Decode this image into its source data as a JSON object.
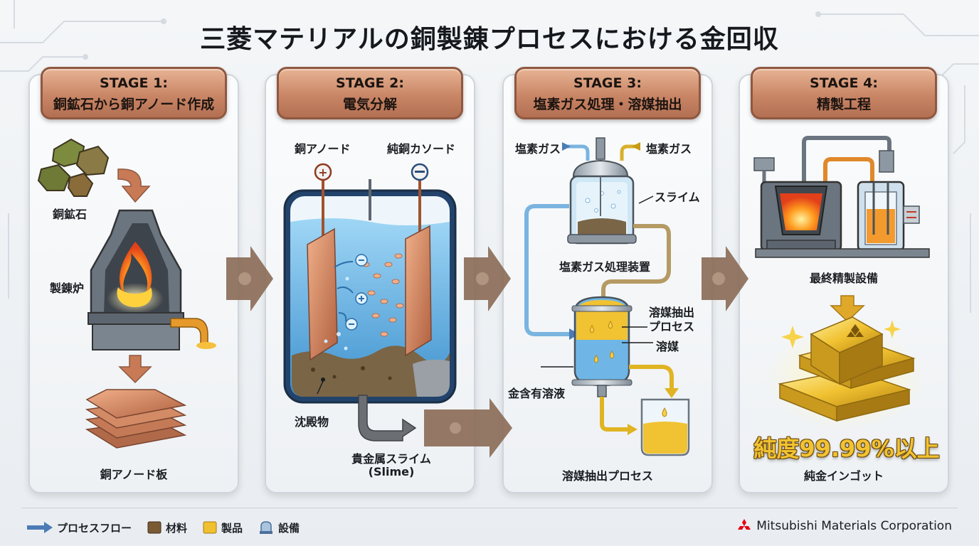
{
  "title": "三菱マテリアルの銅製錬プロセスにおける金回収",
  "stages": [
    {
      "num": "STAGE 1:",
      "name": "銅鉱石から銅アノード作成",
      "labels": {
        "ore": "銅鉱石",
        "furnace": "製錬炉",
        "anode_plate": "銅アノード板"
      }
    },
    {
      "num": "STAGE 2:",
      "name": "電気分解",
      "labels": {
        "anode": "銅アノード",
        "cathode": "純銅カソード",
        "sediment": "沈殿物",
        "slime_1": "貴金属スライム",
        "slime_2": "(Slime)"
      },
      "symbols": {
        "plus": "+",
        "minus": "−"
      }
    },
    {
      "num": "STAGE 3:",
      "name": "塩素ガス処理・溶媒抽出",
      "labels": {
        "chlorine_left": "塩素ガス",
        "chlorine_right": "塩素ガス",
        "slime": "スライム",
        "device": "塩素ガス処理装置",
        "extract_1": "溶媒抽出",
        "extract_2": "プロセス",
        "solvent": "溶媒",
        "gold_liquid": "金含有溶液",
        "process": "溶媒抽出プロセス"
      }
    },
    {
      "num": "STAGE 4:",
      "name": "精製工程",
      "labels": {
        "equipment": "最終精製設備",
        "purity": "純度99.99%以上",
        "ingot": "純金インゴット"
      }
    }
  ],
  "legend": [
    {
      "label": "プロセスフロー",
      "icon": "arrow-icon",
      "color": "#4a7bb5"
    },
    {
      "label": "材料",
      "icon": "material-swatch-icon",
      "color": "#7a5a35"
    },
    {
      "label": "製品",
      "icon": "product-swatch-icon",
      "color": "#f0c030"
    },
    {
      "label": "設備",
      "icon": "equipment-icon",
      "color": "#4a6f9a"
    }
  ],
  "company": "Mitsubishi Materials Corporation",
  "colors": {
    "copper": "#c98666",
    "gold": "#f1c232",
    "liquid": "#6fb6e6",
    "flow_arrow": "#8a6a55"
  }
}
